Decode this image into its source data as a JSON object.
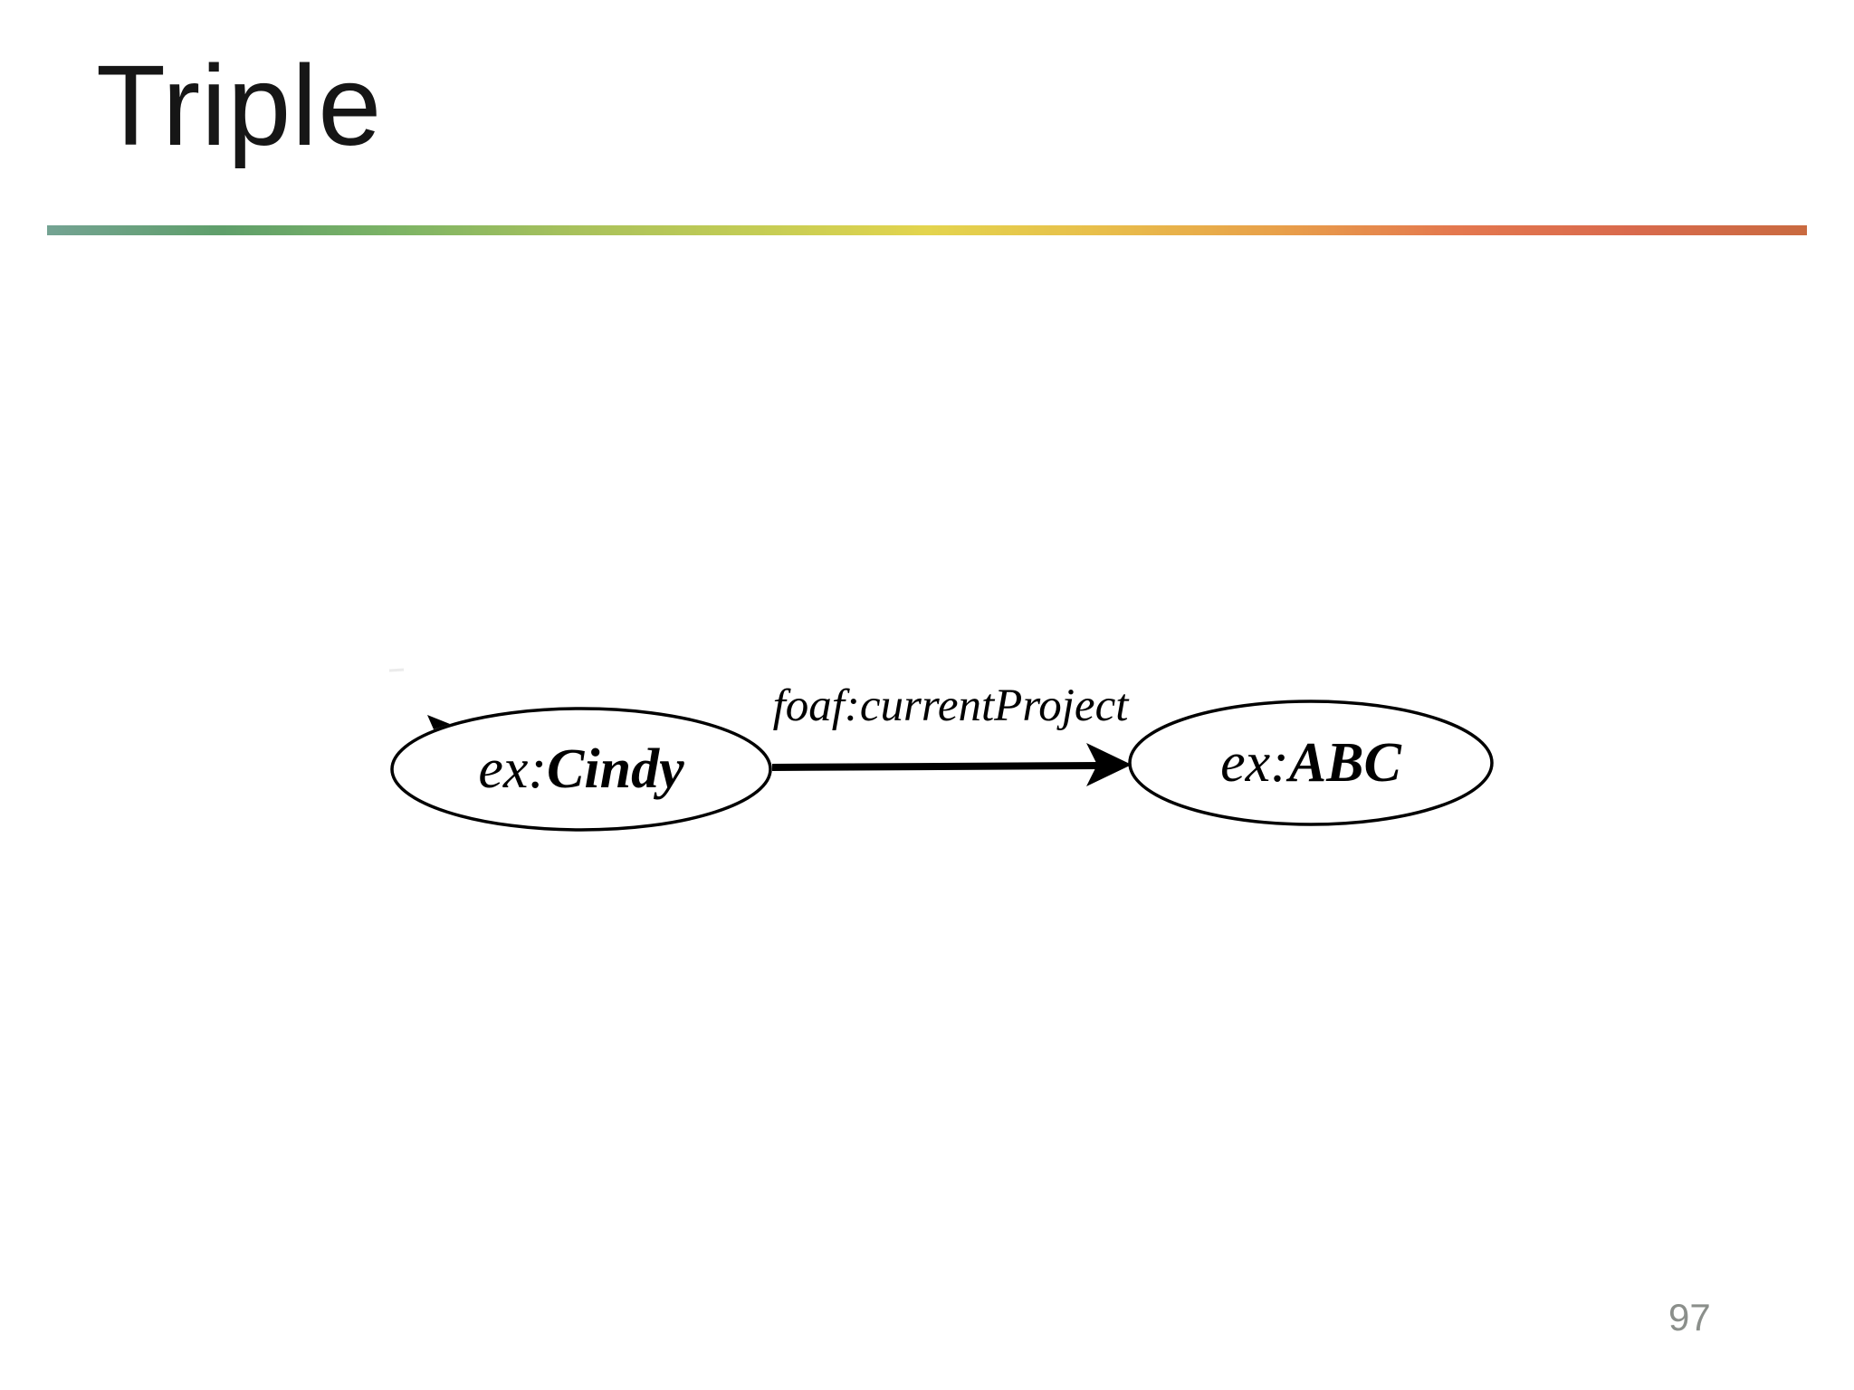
{
  "slide": {
    "title": "Triple",
    "page_number": "97"
  },
  "divider": {
    "gradient_colors": [
      "#74a393",
      "#5f9f6a",
      "#7db465",
      "#a8c15c",
      "#c3cc55",
      "#e3d44e",
      "#e8be4b",
      "#e8a04a",
      "#e4784f",
      "#d96a4d",
      "#c96a40"
    ]
  },
  "diagram": {
    "subject_node": {
      "prefix": "ex:",
      "name": "Cindy"
    },
    "object_node": {
      "prefix": "ex:",
      "name": "ABC"
    },
    "predicate_label": "foaf:currentProject",
    "stroke_color": "#000000",
    "node_fill": "#ffffff"
  }
}
